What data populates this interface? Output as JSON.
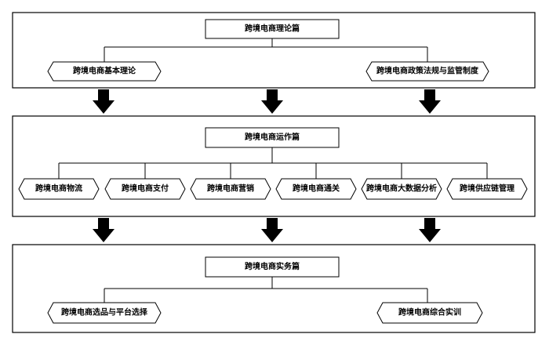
{
  "sections": [
    {
      "title": "跨境电商理论篇",
      "items": [
        "跨境电商基本理论",
        "跨境电商政策法规与监管制度"
      ]
    },
    {
      "title": "跨境电商运作篇",
      "items": [
        "跨境电商物流",
        "跨境电商支付",
        "跨境电商营销",
        "跨境电商通关",
        "跨境电商大数据分析",
        "跨境供应链管理"
      ]
    },
    {
      "title": "跨境电商实务篇",
      "items": [
        "跨境电商选品与平台选择",
        "跨境电商综合实训"
      ]
    }
  ],
  "colors": {
    "stroke": "#000000",
    "background": "#ffffff"
  }
}
